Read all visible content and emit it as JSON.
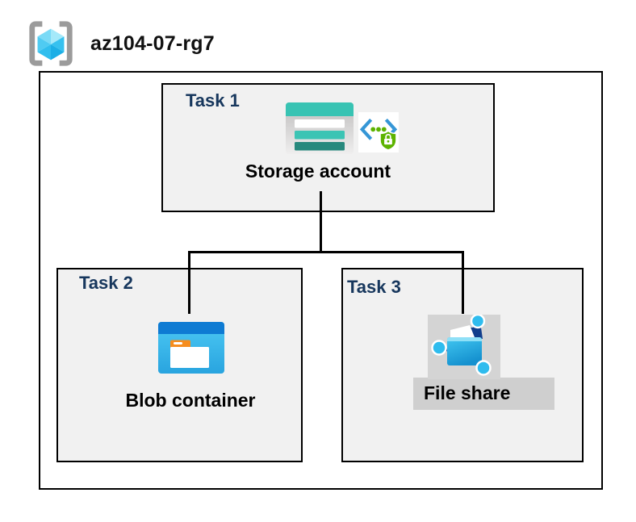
{
  "header": {
    "resource_group_name": "az104-07-rg7",
    "icon": "resource-group-icon"
  },
  "diagram": {
    "tasks": [
      {
        "label": "Task 1",
        "resource": "Storage account",
        "icons": [
          "storage-account-icon",
          "sas-security-icon"
        ]
      },
      {
        "label": "Task 2",
        "resource": "Blob container",
        "icons": [
          "blob-container-icon"
        ]
      },
      {
        "label": "Task 3",
        "resource": "File share",
        "icons": [
          "file-share-icon"
        ]
      }
    ],
    "connections": [
      {
        "from": "Storage account",
        "to": "Blob container"
      },
      {
        "from": "Storage account",
        "to": "File share"
      }
    ]
  },
  "colors": {
    "task_label": "#17375D",
    "box_fill": "#F1F1F1",
    "border": "#000000",
    "storage_teal": "#38C3B3",
    "storage_teal_dark": "#27897D",
    "blob_header_blue": "#0E7BD3",
    "blob_body_cyan": "#3EC5F0",
    "folder_tab_orange": "#F68D1E",
    "security_green": "#5DB300",
    "bracket_blue": "#3596D6",
    "fileshare_navy": "#113E8C",
    "gray_highlight": "#CFCFCF"
  }
}
